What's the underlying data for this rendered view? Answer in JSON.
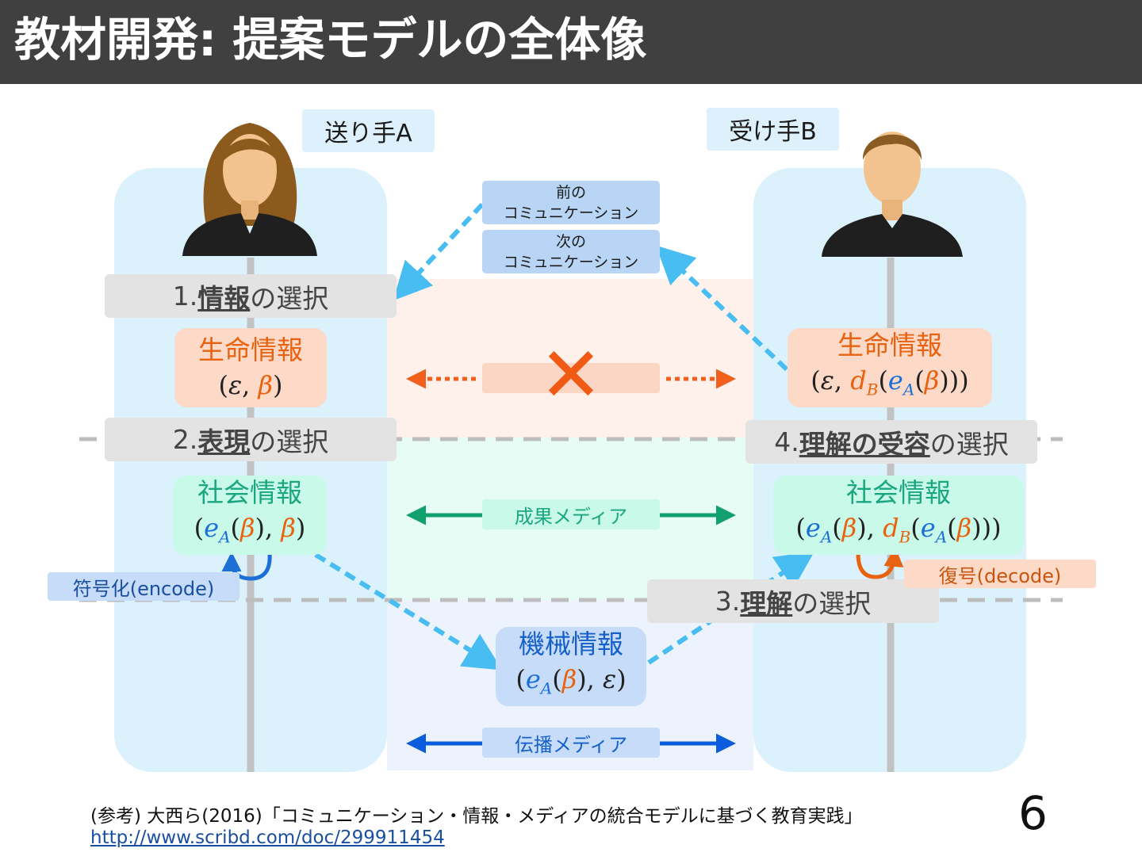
{
  "title": "教材開発: 提案モデルの全体像",
  "sender": "送り手A",
  "receiver": "受け手B",
  "comm_prev": [
    "前の",
    "コミュニケーション"
  ],
  "comm_next": [
    "次の",
    "コミュニケーション"
  ],
  "steps": {
    "s1": {
      "num": "1. ",
      "key": "情報",
      "rest": "の選択"
    },
    "s2": {
      "num": "2. ",
      "key": "表現",
      "rest": "の選択"
    },
    "s3": {
      "num": "3. ",
      "key": "理解",
      "rest": "の選択"
    },
    "s4": {
      "num": "4. ",
      "key": "理解の受容",
      "rest": "の選択"
    }
  },
  "life_info": "生命情報",
  "social_info": "社会情報",
  "machine_info": "機械情報",
  "media_result": "成果メディア",
  "media_transmit": "伝播メディア",
  "encode": "符号化(encode)",
  "decode": "復号(decode)",
  "cross": "✕",
  "math": {
    "open": "(",
    "close": ")",
    "comma": ", ",
    "eps": "ε",
    "beta": "β",
    "e": "e",
    "d": "d",
    "A": "A",
    "B": "B"
  },
  "footer_ref": "(参考) 大西ら(2016)「コミュニケーション・情報・メディアの統合モデルに基づく教育実践」",
  "footer_url": "http://www.scribd.com/doc/299911454",
  "page_number": "6",
  "colors": {
    "life_bg": "#fdd9c7",
    "life_text": "#e8620f",
    "social_bg": "#c9fae9",
    "social_text": "#1aa67f",
    "machine_bg": "#c7dcf8",
    "machine_text": "#1560c8",
    "arrow_light_blue": "#48bdf1",
    "arrow_green": "#13a06f",
    "arrow_blue": "#0b5bdd",
    "arrow_orange": "#f0601c"
  }
}
